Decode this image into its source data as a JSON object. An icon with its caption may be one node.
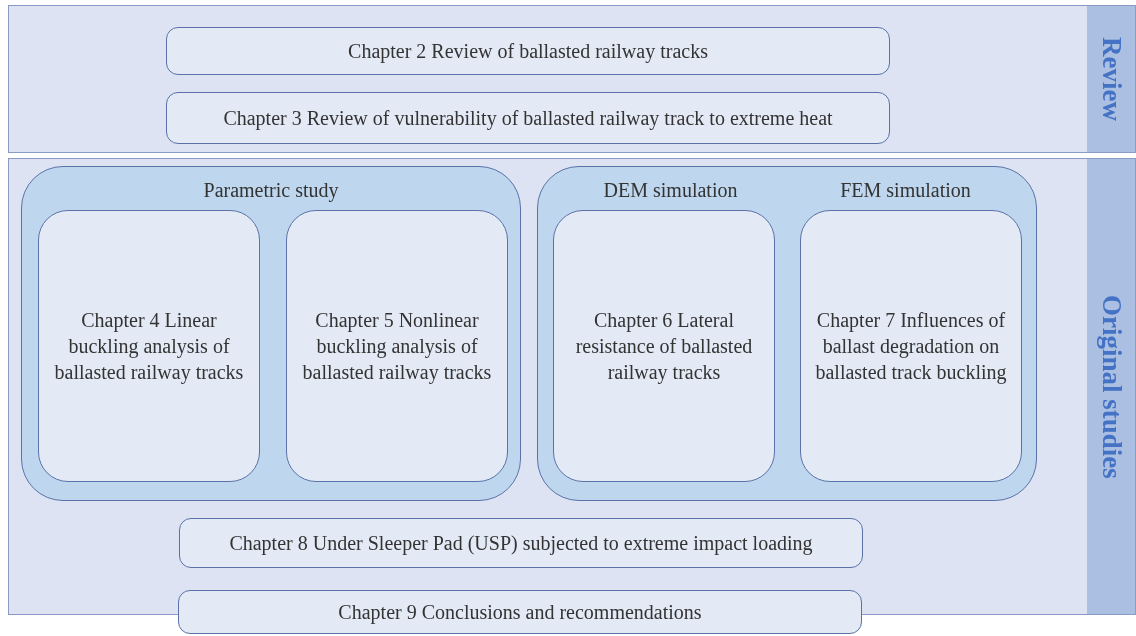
{
  "diagram": {
    "nodes": [
      {
        "text": [
          "Review"
        ]
      },
      {
        "text": [
          "Chapter 2 Review of ballasted railway tracks"
        ],
        "in": 0
      },
      {
        "text": [
          "Chapter 3 Review of vulnerability of ballasted railway track to extreme heat"
        ],
        "in": 0
      },
      {
        "text": [
          "Original studies"
        ]
      },
      {
        "text": [
          "Parametric study"
        ],
        "in": 3
      },
      {
        "text": [
          "Chapter 4 Linear buckling analysis of ballasted railway tracks"
        ],
        "in": 4
      },
      {
        "text": [
          "Chapter 5 Nonlinear buckling analysis of ballasted railway tracks"
        ],
        "in": 4
      },
      {
        "text": [
          "DEM simulation",
          "FEM simulation"
        ],
        "in": 3
      },
      {
        "text": [
          "Chapter 6 Lateral resistance of ballasted railway tracks"
        ],
        "in": 7
      },
      {
        "text": [
          "Chapter 7 Influences of ballast degradation on ballasted track buckling"
        ],
        "in": 7
      },
      {
        "text": [
          "Chapter 8 Under Sleeper Pad (USP) subjected to extreme impact loading"
        ],
        "in": 3
      },
      {
        "text": [
          "Chapter 9 Conclusions and recommendations"
        ]
      }
    ]
  }
}
